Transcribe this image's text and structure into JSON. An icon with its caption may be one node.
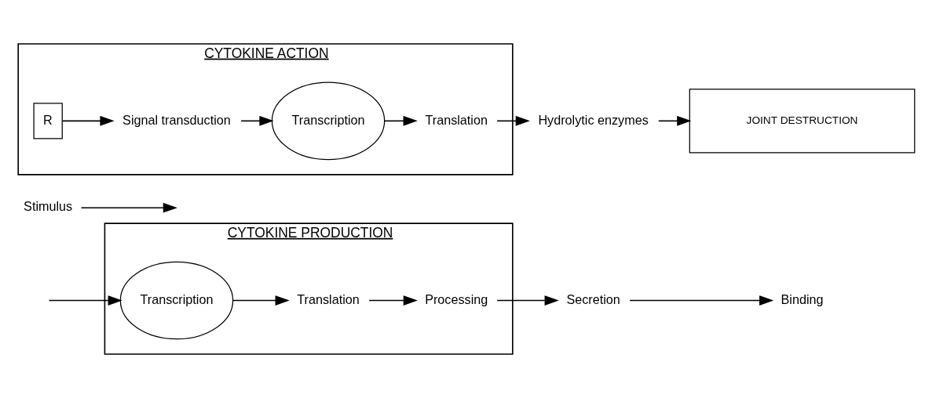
{
  "diagram": {
    "nodes": [
      {
        "text": [
          "CYTOKINE PRODUCTION"
        ]
      },
      {
        "text": [
          "Stimulus"
        ]
      },
      {
        "text": [
          "Transcription"
        ],
        "in": 0
      },
      {
        "text": [
          "Translation"
        ],
        "in": 0
      },
      {
        "text": [
          "Processing"
        ],
        "in": 0
      },
      {
        "text": [
          "Secretion"
        ]
      },
      {
        "text": [
          "Binding"
        ]
      },
      {
        "text": [
          "CYTOKINE ACTION"
        ]
      },
      {
        "text": [
          "R"
        ],
        "in": 7
      },
      {
        "text": [
          "Signal transduction"
        ],
        "in": 7
      },
      {
        "text": [
          "Transcription"
        ],
        "in": 7
      },
      {
        "text": [
          "Translation"
        ],
        "in": 7
      },
      {
        "text": [
          "Hydrolytic enzymes"
        ]
      },
      {
        "text": [
          "JOINT DESTRUCTION"
        ]
      }
    ],
    "edges": [
      {
        "from": 1,
        "to": null,
        "arrow": "to"
      },
      {
        "from": null,
        "to": 2,
        "arrow": "to"
      },
      {
        "from": 2,
        "to": 3,
        "arrow": "to"
      },
      {
        "from": 3,
        "to": 4,
        "arrow": "to"
      },
      {
        "from": 4,
        "to": 5,
        "arrow": "to"
      },
      {
        "from": 5,
        "to": 6,
        "arrow": "to"
      },
      {
        "from": 8,
        "to": 9,
        "arrow": "to"
      },
      {
        "from": 9,
        "to": 10,
        "arrow": "to"
      },
      {
        "from": 10,
        "to": 11,
        "arrow": "to"
      },
      {
        "from": 11,
        "to": 12,
        "arrow": "to"
      },
      {
        "from": 12,
        "to": 13,
        "arrow": "to"
      }
    ]
  }
}
